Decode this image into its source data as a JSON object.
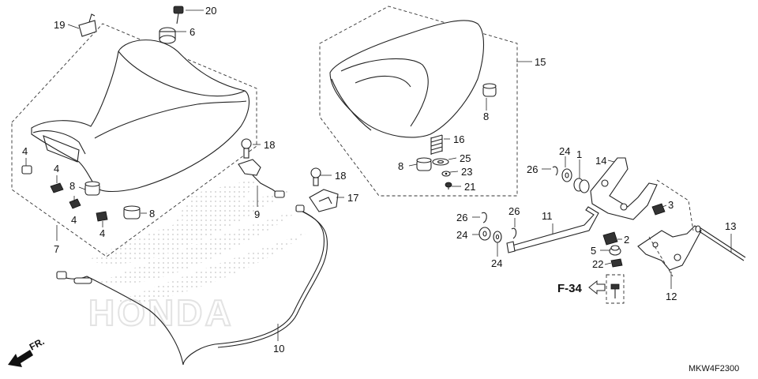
{
  "diagram": {
    "catalog_code": "MKW4F2300",
    "reference_label": "F-34",
    "direction_label": "FR.",
    "watermark_text": "HONDA",
    "callouts": {
      "c1": "1",
      "c2": "2",
      "c3": "3",
      "c4a": "4",
      "c4b": "4",
      "c4c": "4",
      "c4d": "4",
      "c5": "5",
      "c6": "6",
      "c7": "7",
      "c8a": "8",
      "c8b": "8",
      "c8c": "8",
      "c8d": "8",
      "c9": "9",
      "c10": "10",
      "c11": "11",
      "c12": "12",
      "c13": "13",
      "c14": "14",
      "c15": "15",
      "c16": "16",
      "c17": "17",
      "c18a": "18",
      "c18b": "18",
      "c19": "19",
      "c20": "20",
      "c21": "21",
      "c22": "22",
      "c23": "23",
      "c24a": "24",
      "c24b": "24",
      "c24c": "24",
      "c25": "25",
      "c26a": "26",
      "c26b": "26",
      "c26c": "26"
    }
  }
}
